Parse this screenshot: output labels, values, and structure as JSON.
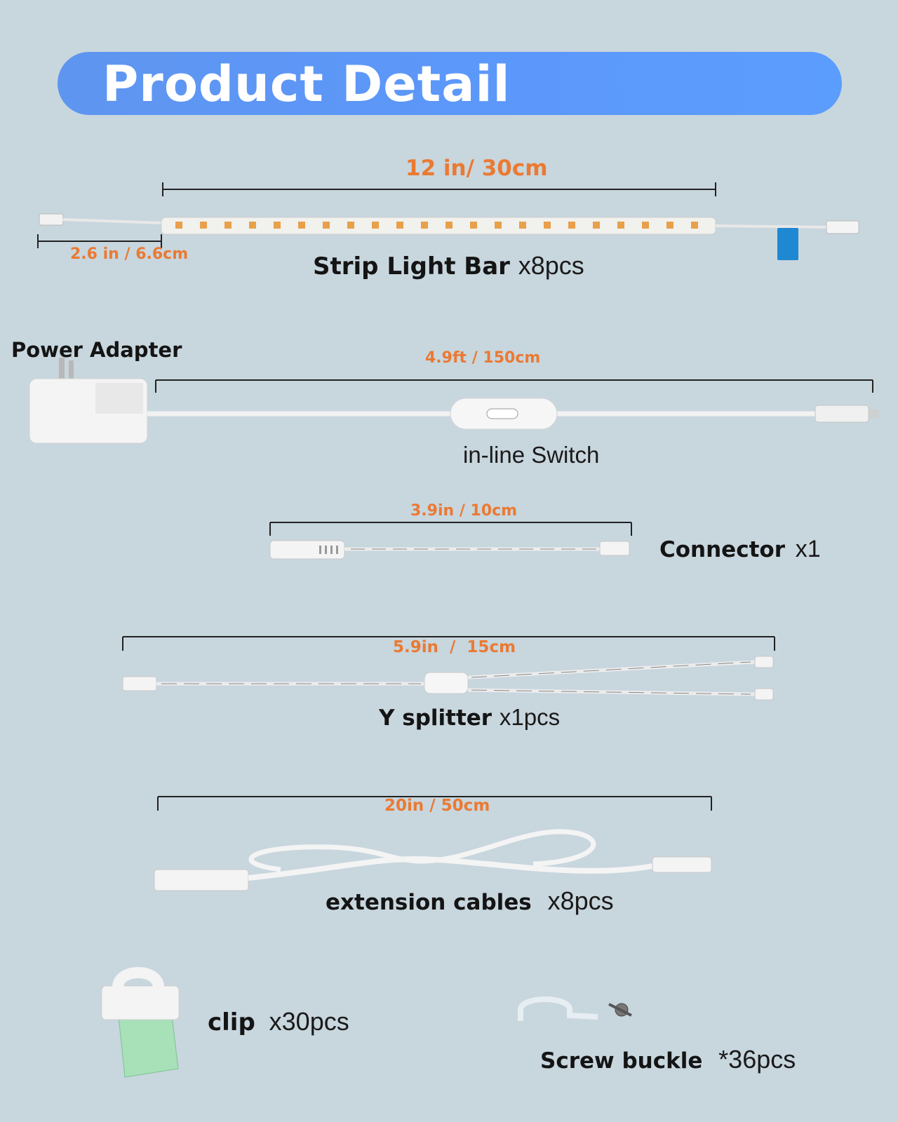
{
  "header": {
    "title": "Product Detail"
  },
  "strip": {
    "length": "12 in/ 30cm",
    "lead_length": "2.6 in / 6.6cm",
    "name": "Strip Light Bar",
    "qty": "x8pcs"
  },
  "adapter": {
    "name": "Power Adapter",
    "cable_length": "4.9ft / 150cm",
    "switch_label": "in-line Switch"
  },
  "connector": {
    "length": "3.9in / 10cm",
    "name": "Connector",
    "qty": "x1"
  },
  "splitter": {
    "length": "5.9in  /  15cm",
    "name": "Y splitter",
    "qty": "x1pcs"
  },
  "extension": {
    "length": "20in / 50cm",
    "name": "extension cables",
    "qty": "x8pcs"
  },
  "clip": {
    "name": "clip",
    "qty": "x30pcs"
  },
  "buckle": {
    "name": "Screw buckle",
    "qty": "*36pcs"
  },
  "colors": {
    "background": "#c8d6de",
    "banner": "#5c98fb",
    "dimension_text": "#ea7a33"
  }
}
